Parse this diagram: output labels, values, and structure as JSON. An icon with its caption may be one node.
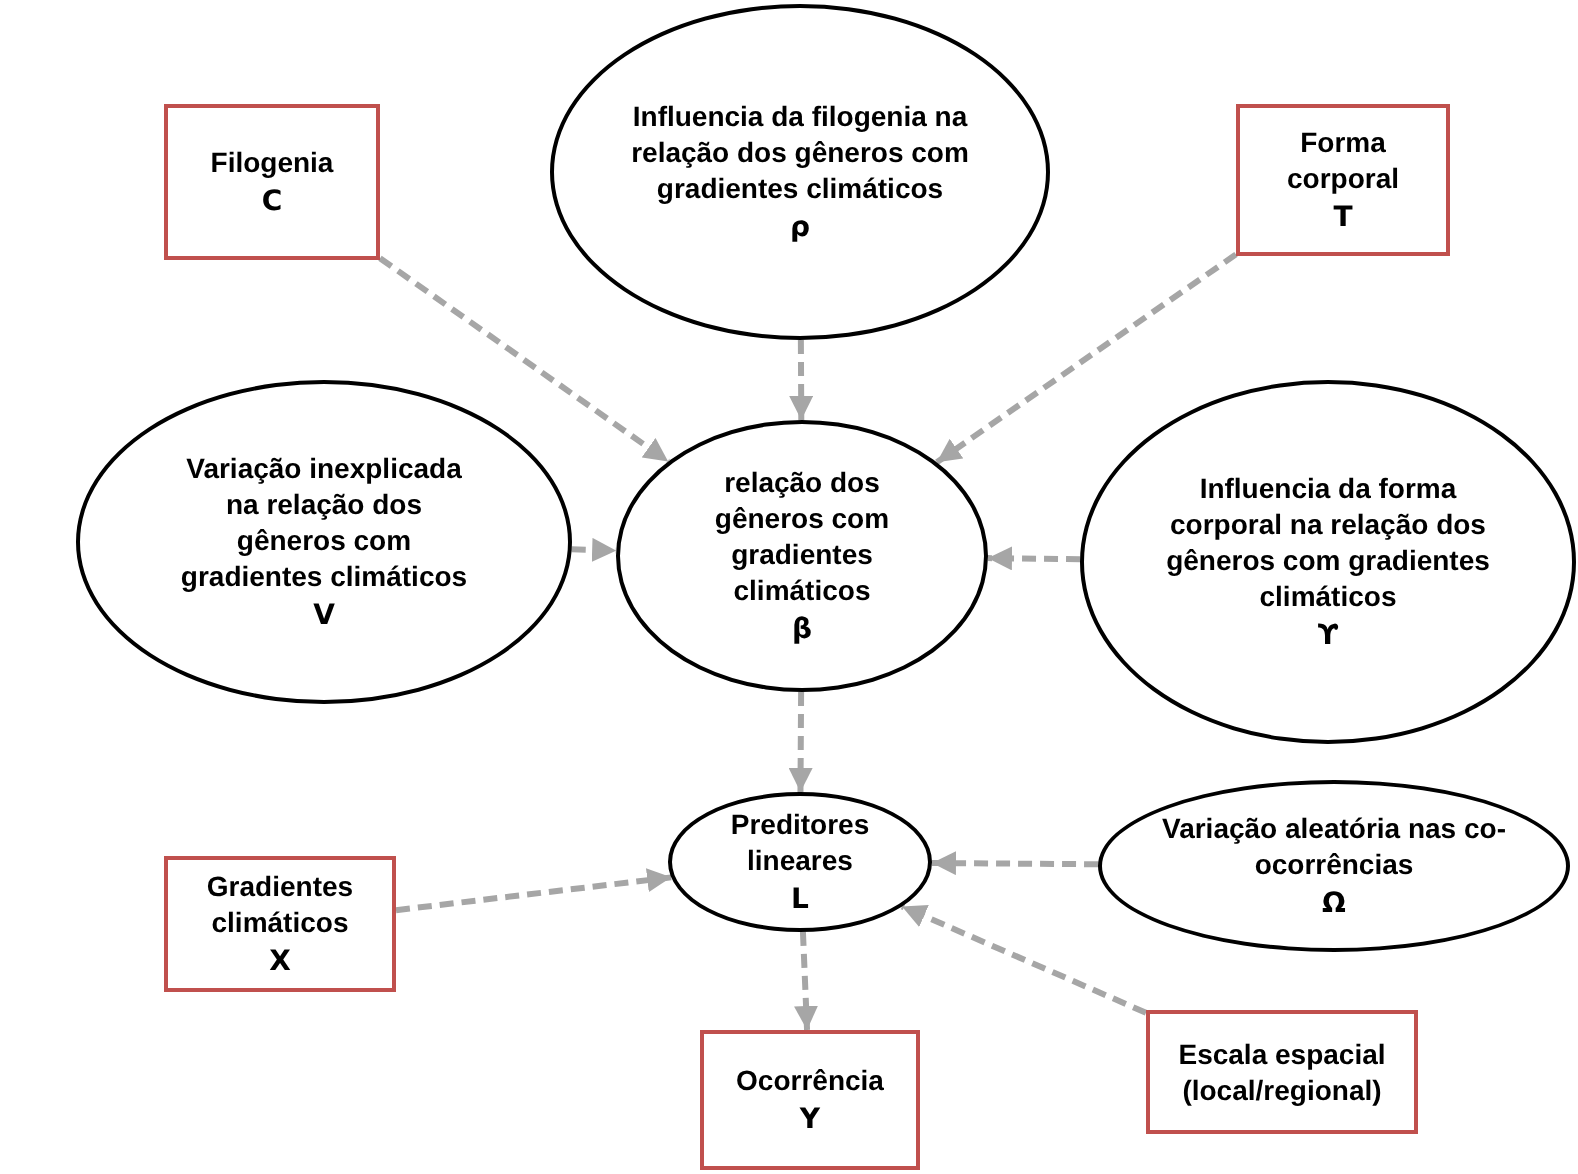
{
  "diagram": {
    "nodes": [
      {
        "text": [
          "Filogenia",
          "C"
        ]
      },
      {
        "text": [
          "Influencia da filogenia na relação dos gêneros com gradientes climáticos",
          "ρ"
        ]
      },
      {
        "text": [
          "Forma corporal",
          "T"
        ]
      },
      {
        "text": [
          "Variação inexplicada na relação  dos gêneros com gradientes climáticos",
          "V"
        ]
      },
      {
        "text": [
          "relação dos gêneros com gradientes climáticos",
          "β"
        ]
      },
      {
        "text": [
          "Influencia da forma corporal na relação dos gêneros com gradientes climáticos",
          "ϒ"
        ]
      },
      {
        "text": [
          "Preditores lineares",
          "L"
        ]
      },
      {
        "text": [
          "Variação aleatória nas co-ocorrências",
          "Ω"
        ]
      },
      {
        "text": [
          "Gradientes climáticos",
          "X"
        ]
      },
      {
        "text": [
          "Ocorrência",
          "Y"
        ]
      },
      {
        "text": [
          "Escala espacial (local/regional)"
        ]
      }
    ],
    "edges": [
      {
        "from": 0,
        "to": 4,
        "arrow": "to",
        "style": "dashed"
      },
      {
        "from": 1,
        "to": 4,
        "arrow": "to",
        "style": "dashed"
      },
      {
        "from": 2,
        "to": 4,
        "arrow": "to",
        "style": "dashed"
      },
      {
        "from": 3,
        "to": 4,
        "arrow": "to",
        "style": "dashed"
      },
      {
        "from": 5,
        "to": 4,
        "arrow": "to",
        "style": "dashed"
      },
      {
        "from": 4,
        "to": 6,
        "arrow": "to",
        "style": "dashed"
      },
      {
        "from": 8,
        "to": 6,
        "arrow": "to",
        "style": "dashed"
      },
      {
        "from": 7,
        "to": 6,
        "arrow": "to",
        "style": "dashed"
      },
      {
        "from": 10,
        "to": 6,
        "arrow": "to",
        "style": "dashed"
      },
      {
        "from": 6,
        "to": 9,
        "arrow": "to",
        "style": "dashed"
      }
    ]
  }
}
